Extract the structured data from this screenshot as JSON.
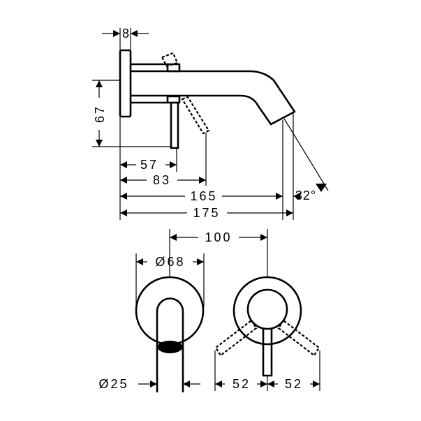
{
  "side_view": {
    "dims": {
      "plate_thickness": "8",
      "height": "67",
      "lever_axis": "57",
      "lever_tip": "83",
      "spout_outlet": "165",
      "spout_total": "175",
      "angle": "32°"
    }
  },
  "front_view": {
    "dims": {
      "spacing": "100",
      "rosette_diameter": "Ø68",
      "spout_diameter": "Ø25",
      "lever_left": "52",
      "lever_right": "52"
    }
  }
}
